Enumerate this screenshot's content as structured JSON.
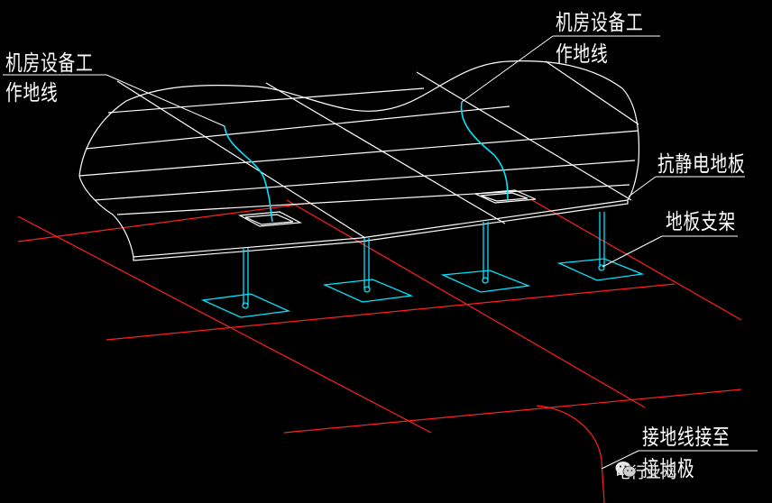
{
  "labels": {
    "ground_wire_left_line1": "机房设备工",
    "ground_wire_left_line2": "作地线",
    "ground_wire_right_line1": "机房设备工",
    "ground_wire_right_line2": "作地线",
    "antistatic_floor": "抗静电地板",
    "floor_support": "地板支架",
    "ground_wire_connect_line1": "接地线接至",
    "ground_wire_connect_line2": "接地极"
  },
  "watermark": {
    "text": "电行业网",
    "icon": "wechat-icon"
  },
  "colors": {
    "background": "#000000",
    "floor_outline": "#ffffff",
    "support_and_wire": "#00e5ff",
    "grid": "#ff2020"
  }
}
